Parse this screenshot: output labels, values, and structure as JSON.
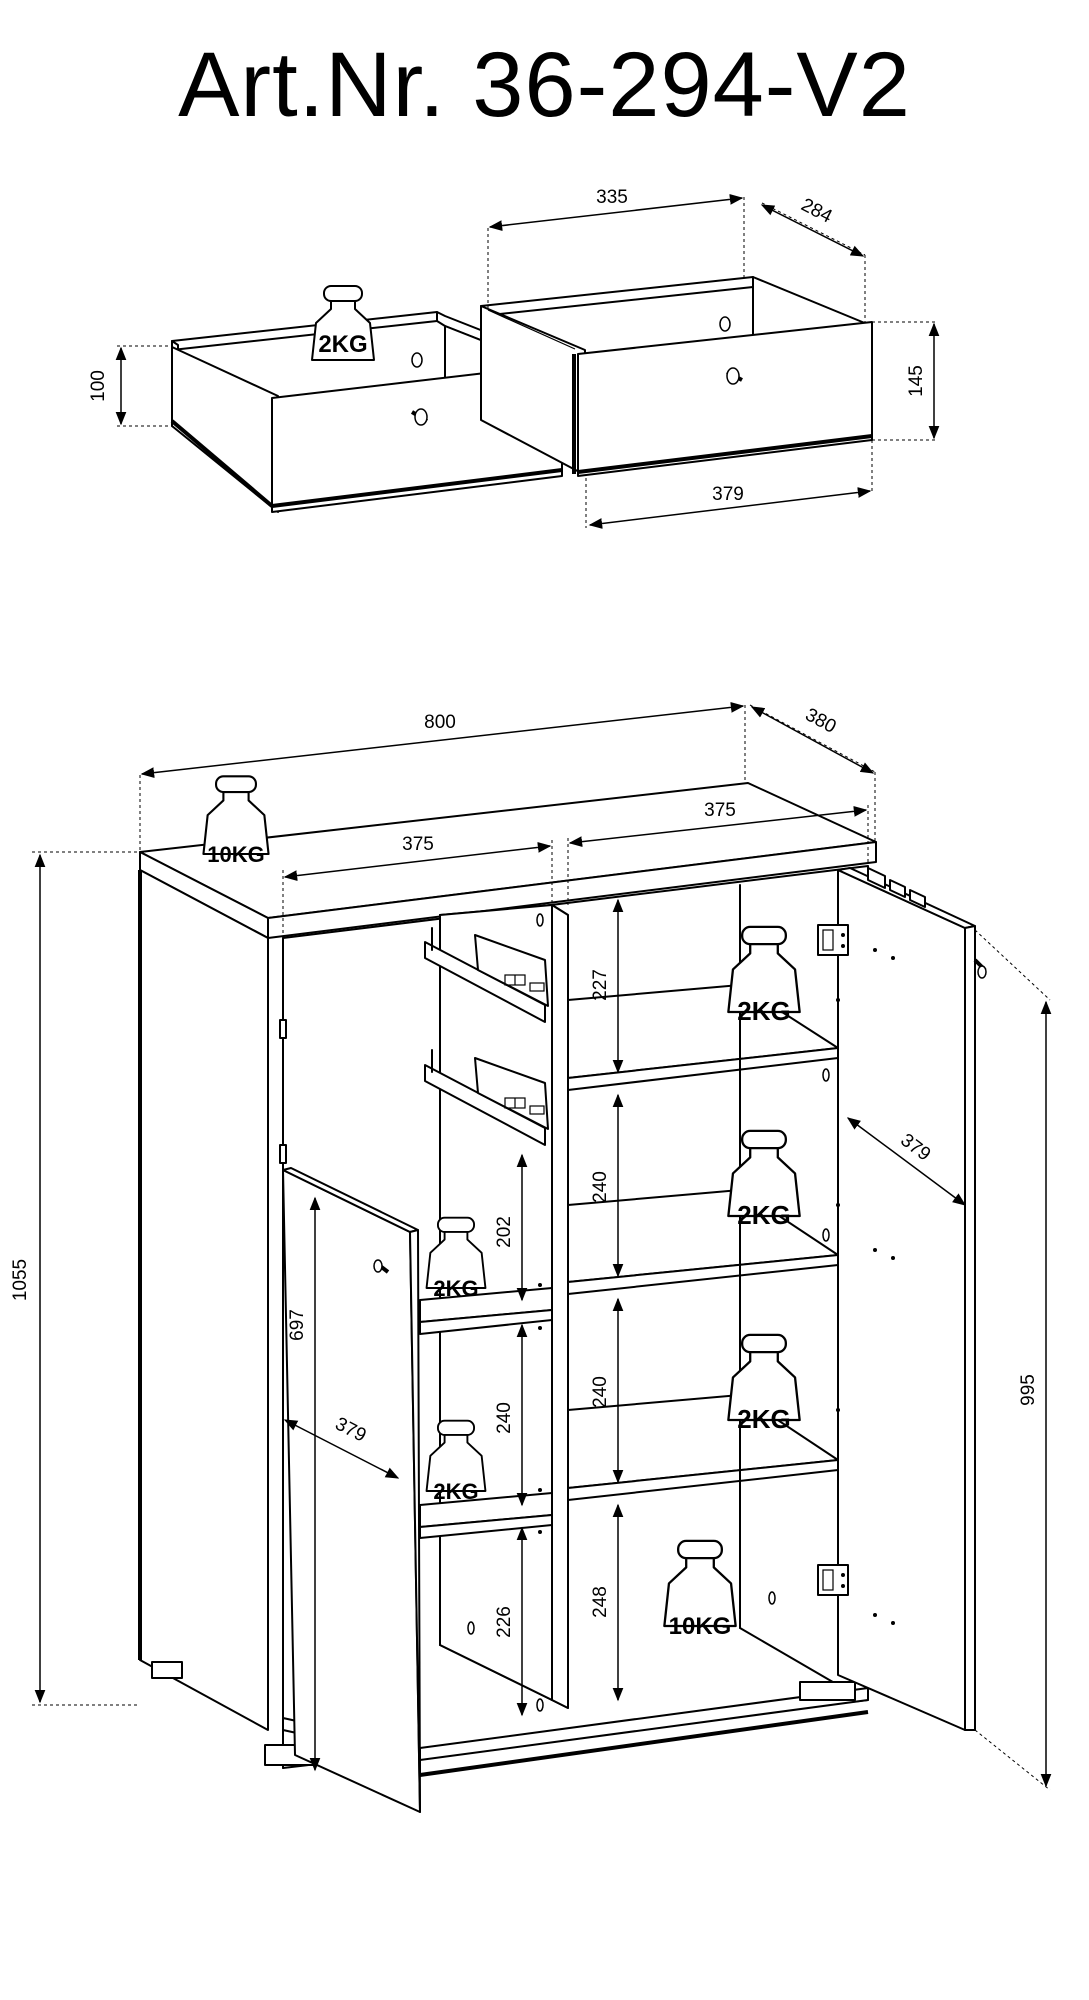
{
  "title": "Art.Nr. 36-294-V2",
  "drawers": {
    "weight": "2KG",
    "dim_width": "335",
    "dim_depth": "284",
    "dim_height_left": "100",
    "dim_height_right": "145",
    "dim_front": "379"
  },
  "cabinet": {
    "dim_total_width": "800",
    "dim_total_depth": "380",
    "dim_total_height": "1055",
    "dim_door_height": "995",
    "dim_inner_left": "375",
    "dim_inner_right": "375",
    "dim_door_width_right": "379",
    "dim_door_width_left": "379",
    "dim_left_compartment": "697",
    "left_heights": [
      "202",
      "240",
      "226"
    ],
    "right_heights": [
      "227",
      "240",
      "240",
      "248"
    ],
    "weight_top": "10KG",
    "weight_shelf": "2KG",
    "weight_bottom": "10KG"
  }
}
